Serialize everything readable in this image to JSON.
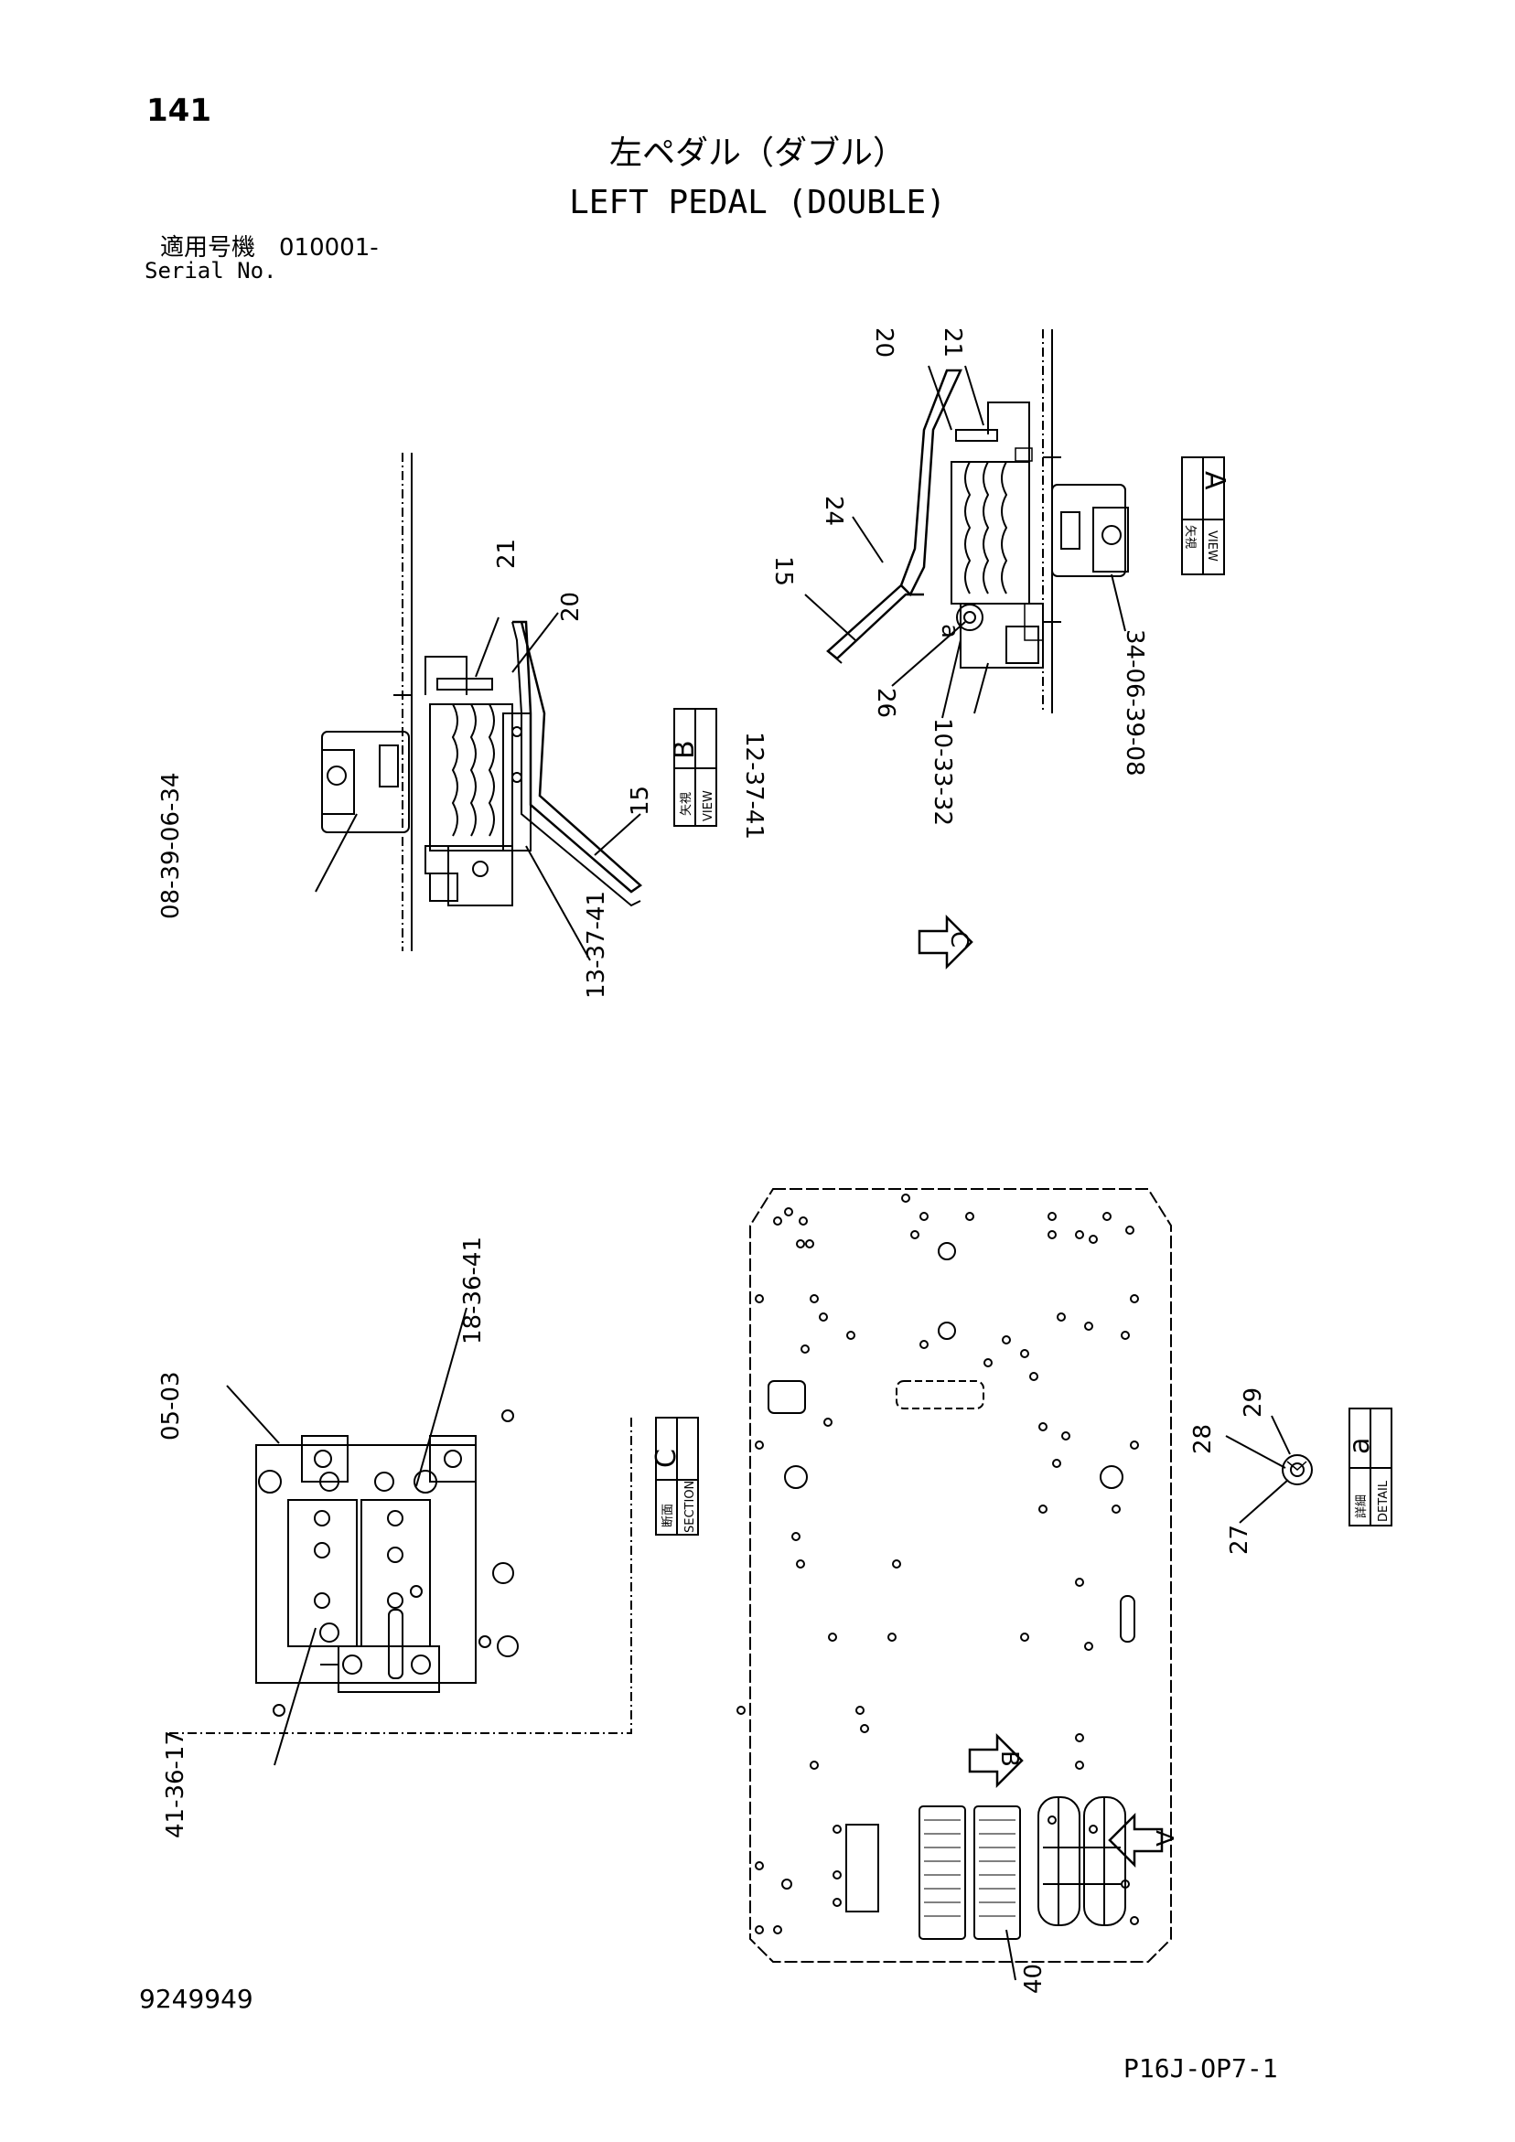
{
  "page_number": "141",
  "title_jp": "左ペダル（ダブル）",
  "title_en": "LEFT PEDAL (DOUBLE)",
  "serial_label_jp": "適用号機　010001-",
  "serial_label_en": "Serial No.",
  "document_number": "9249949",
  "sheet_code": "P16J-OP7-1",
  "view_boxes": {
    "view_a": {
      "jp": "矢視",
      "en": "VIEW",
      "letter": "A"
    },
    "view_b": {
      "jp": "矢視",
      "en": "VIEW",
      "letter": "B"
    },
    "section_c": {
      "jp": "断面",
      "en": "SECTION",
      "letter": "C"
    },
    "detail_a": {
      "jp": "詳細",
      "en": "DETAIL",
      "letter": "a"
    }
  },
  "arrow_markers": {
    "c": "C",
    "b": "B",
    "a": "A"
  },
  "callouts": {
    "view_a": [
      "20",
      "21",
      "24",
      "15",
      "26",
      "a",
      "12-37-41",
      "10-33-32",
      "34-06-39-08"
    ],
    "view_b": [
      "21",
      "20",
      "15",
      "08-39-06-34",
      "13-37-41"
    ],
    "section_c": [
      "05-03",
      "18-36-41",
      "41-36-17"
    ],
    "detail_a": [
      "28",
      "29",
      "27"
    ],
    "plan": [
      "40"
    ]
  }
}
